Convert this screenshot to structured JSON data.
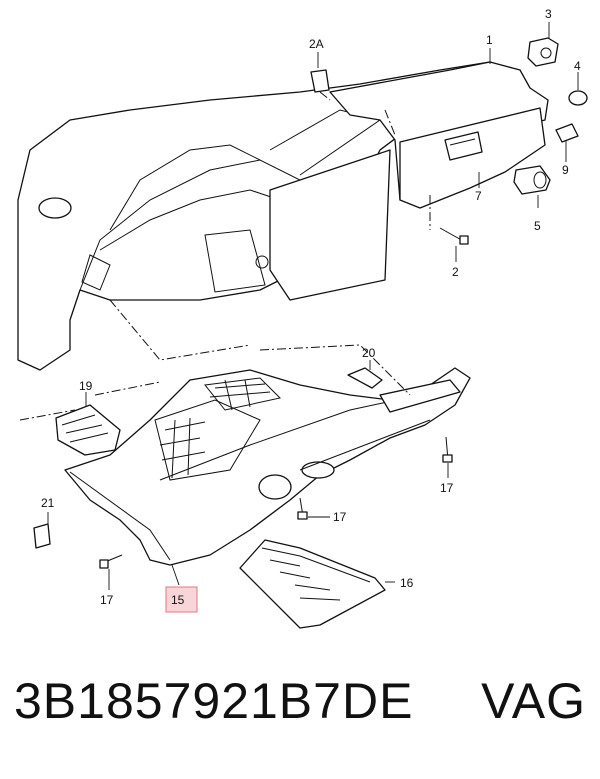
{
  "callouts": {
    "c1": "1",
    "c2": "2",
    "c2a": "2A",
    "c3": "3",
    "c4": "4",
    "c5": "5",
    "c7": "7",
    "c9": "9",
    "c15": "15",
    "c16": "16",
    "c17a": "17",
    "c17b": "17",
    "c17c": "17",
    "c19": "19",
    "c20": "20",
    "c21": "21"
  },
  "footer": {
    "part_number": "3B1857921B7DE",
    "brand": "VAG"
  },
  "colors": {
    "highlight_fill": "#f8d6d8",
    "highlight_stroke": "#e07a80",
    "line": "#111111"
  }
}
